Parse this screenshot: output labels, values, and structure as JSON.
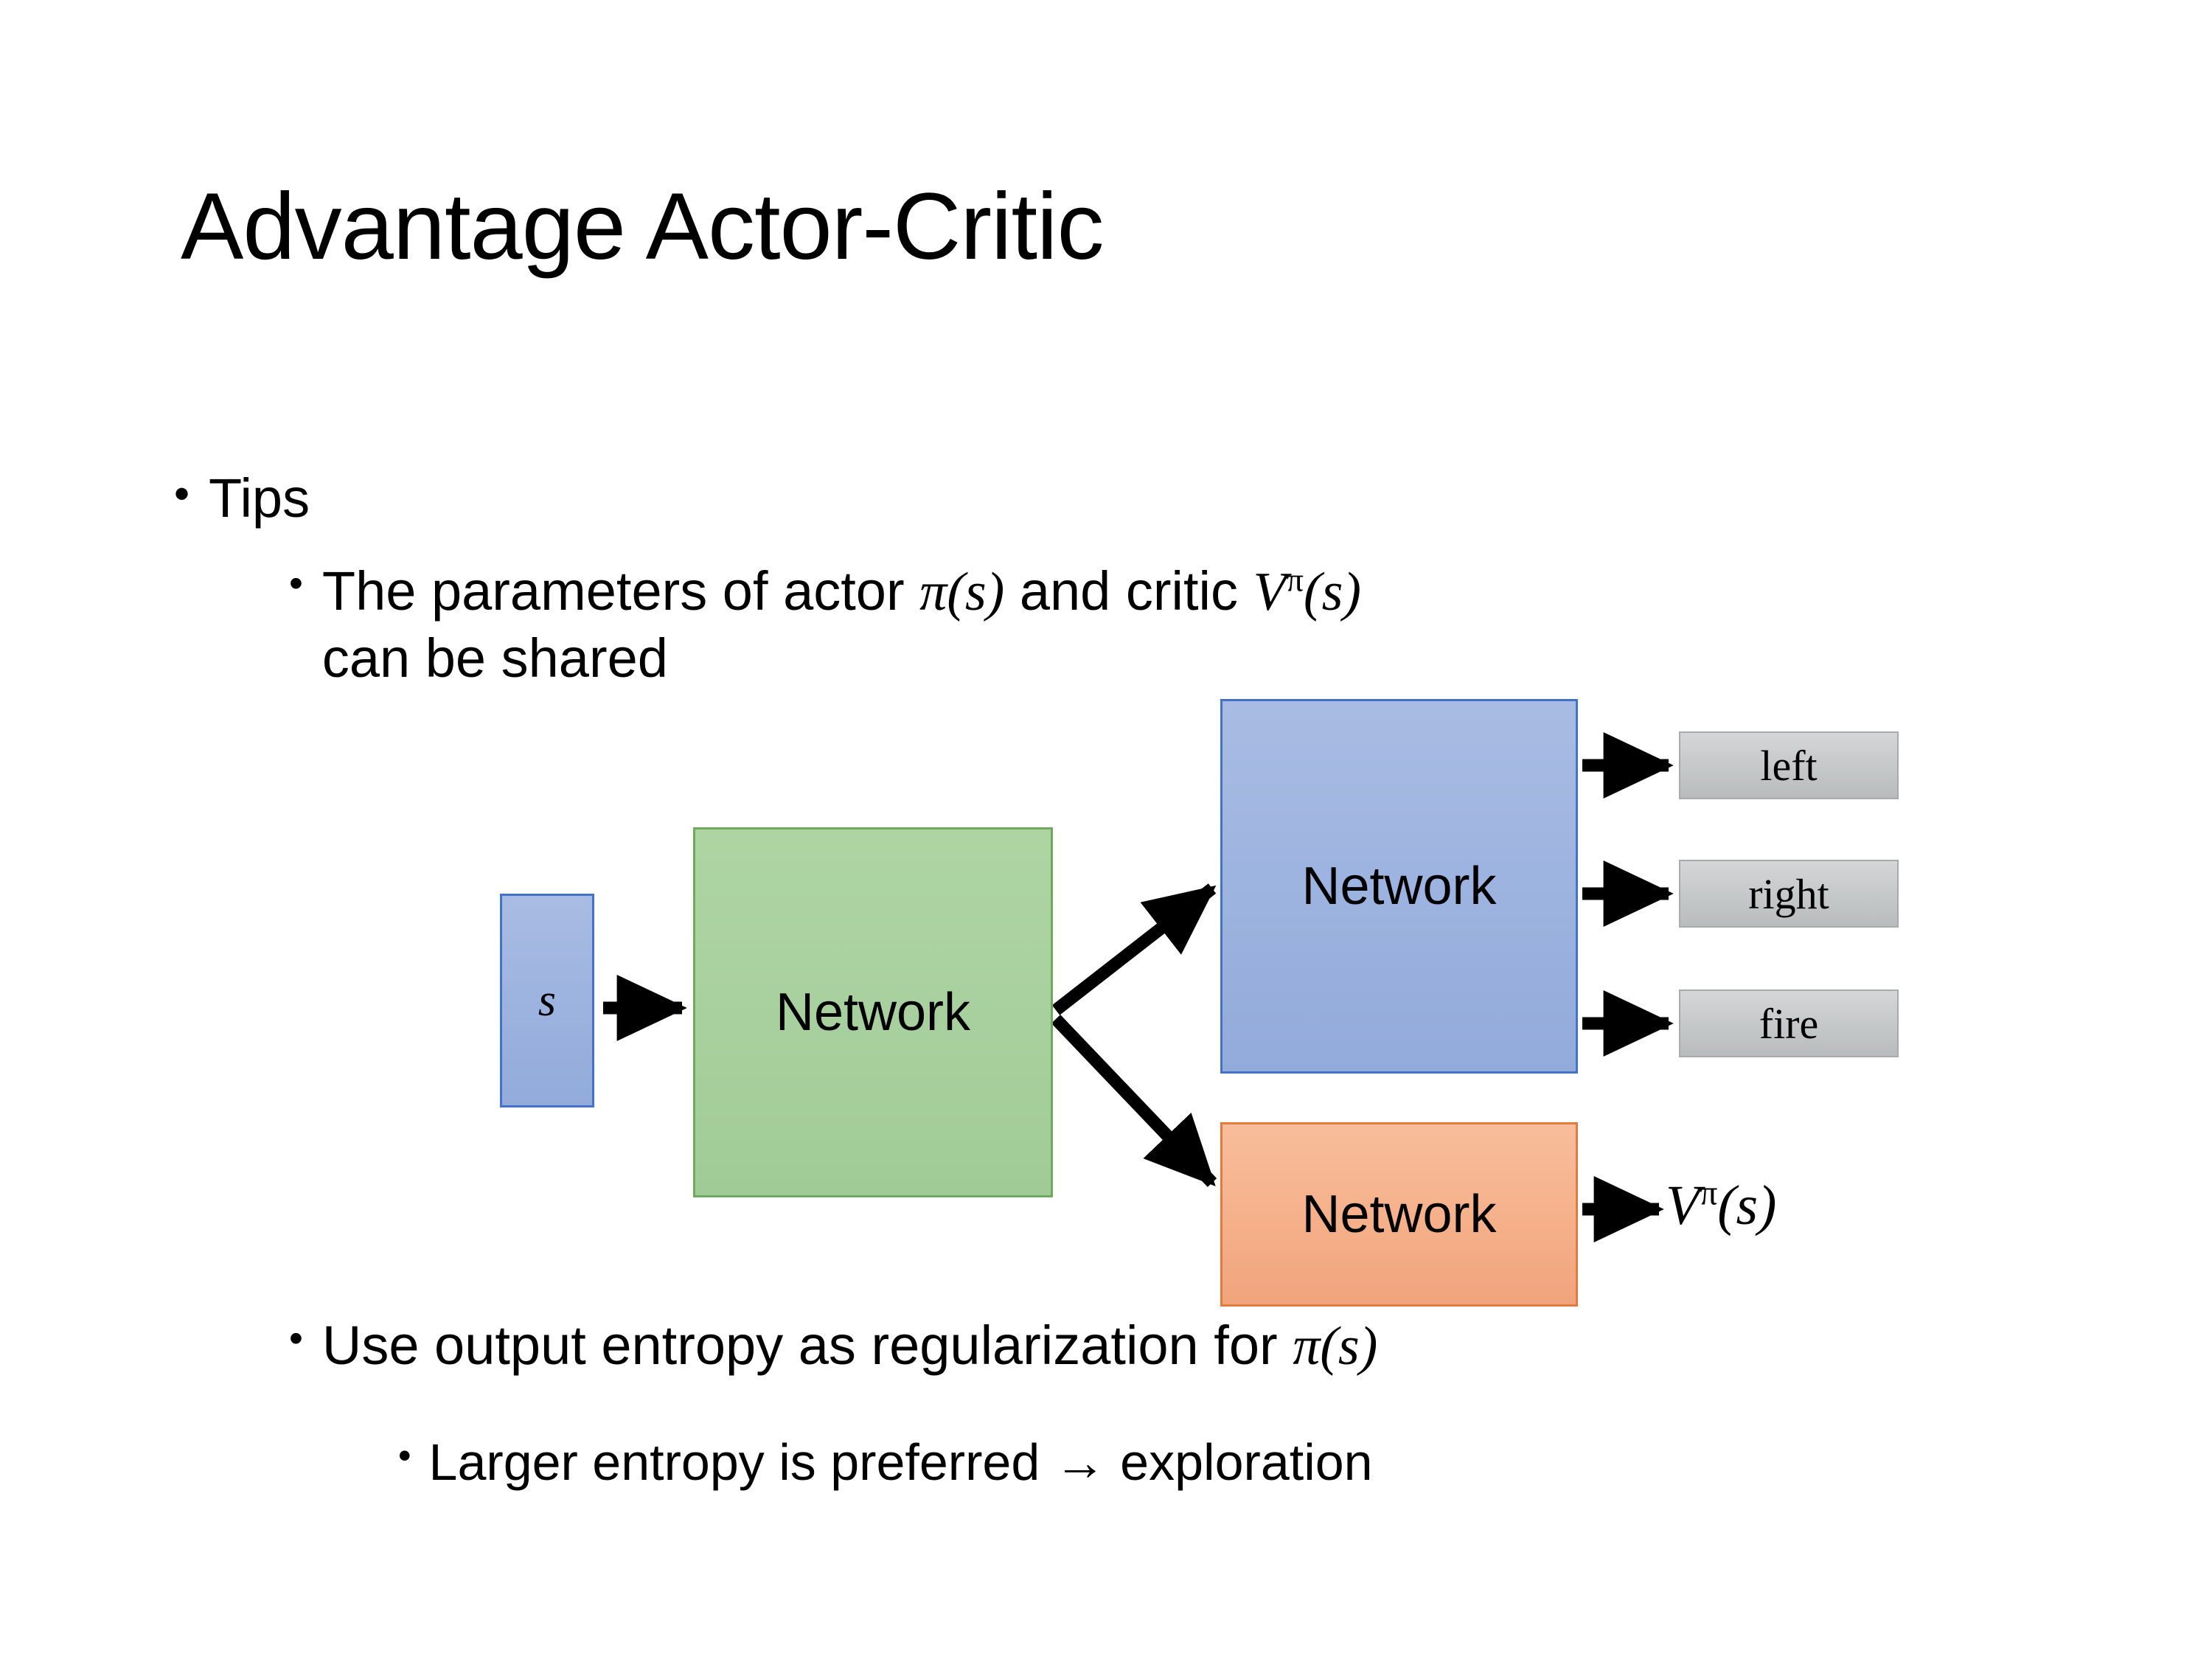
{
  "slide": {
    "title": "Advantage Actor-Critic",
    "background_color": "#ffffff"
  },
  "bullets": [
    {
      "level": 1,
      "marker": "•",
      "text": "Tips"
    },
    {
      "level": 2,
      "marker": "•",
      "text": "The parameters of actor π(s)  and critic V^π(s) can be shared",
      "line1_prefix": "The parameters of actor ",
      "line1_math_pi_s": "π(s)",
      "line1_mid": "  and critic ",
      "line1_math_v": "V",
      "line1_math_v_sup": "π",
      "line1_math_v_arg": "(s)",
      "line2": "can be shared"
    },
    {
      "level": 2,
      "marker": "•",
      "text": "Use output entropy as regularization for π(s)",
      "prefix": "Use output entropy as regularization for ",
      "math_pi_s": "π(s)"
    },
    {
      "level": 3,
      "marker": "•",
      "text": "Larger entropy is preferred → exploration",
      "arrow_glyph": "→"
    }
  ],
  "diagram": {
    "nodes": [
      {
        "id": "state",
        "label": "s",
        "style": "italic-serif",
        "fill": "#9cb2df",
        "border": "#4573c4"
      },
      {
        "id": "shared-network",
        "label": "Network",
        "fill": "#a8d09e",
        "border": "#70a860"
      },
      {
        "id": "actor-network",
        "label": "Network",
        "fill": "#9cb2df",
        "border": "#4573c4"
      },
      {
        "id": "critic-network",
        "label": "Network",
        "fill": "#f5b08a",
        "border": "#e27a3f"
      }
    ],
    "action_outputs": [
      {
        "id": "left",
        "label": "left",
        "fill": "#c6c9ca",
        "border": "#a7abac"
      },
      {
        "id": "right",
        "label": "right",
        "fill": "#c6c9ca",
        "border": "#a7abac"
      },
      {
        "id": "fire",
        "label": "fire",
        "fill": "#c6c9ca",
        "border": "#a7abac"
      }
    ],
    "value_output": {
      "id": "value",
      "label": "V^π(s)",
      "base": "V",
      "sup": "π",
      "arg": "(s)"
    },
    "edges": [
      {
        "from": "state",
        "to": "shared-network"
      },
      {
        "from": "shared-network",
        "to": "actor-network"
      },
      {
        "from": "shared-network",
        "to": "critic-network"
      },
      {
        "from": "actor-network",
        "to": "left"
      },
      {
        "from": "actor-network",
        "to": "right"
      },
      {
        "from": "actor-network",
        "to": "fire"
      },
      {
        "from": "critic-network",
        "to": "value"
      }
    ],
    "arrow_color": "#000000"
  }
}
